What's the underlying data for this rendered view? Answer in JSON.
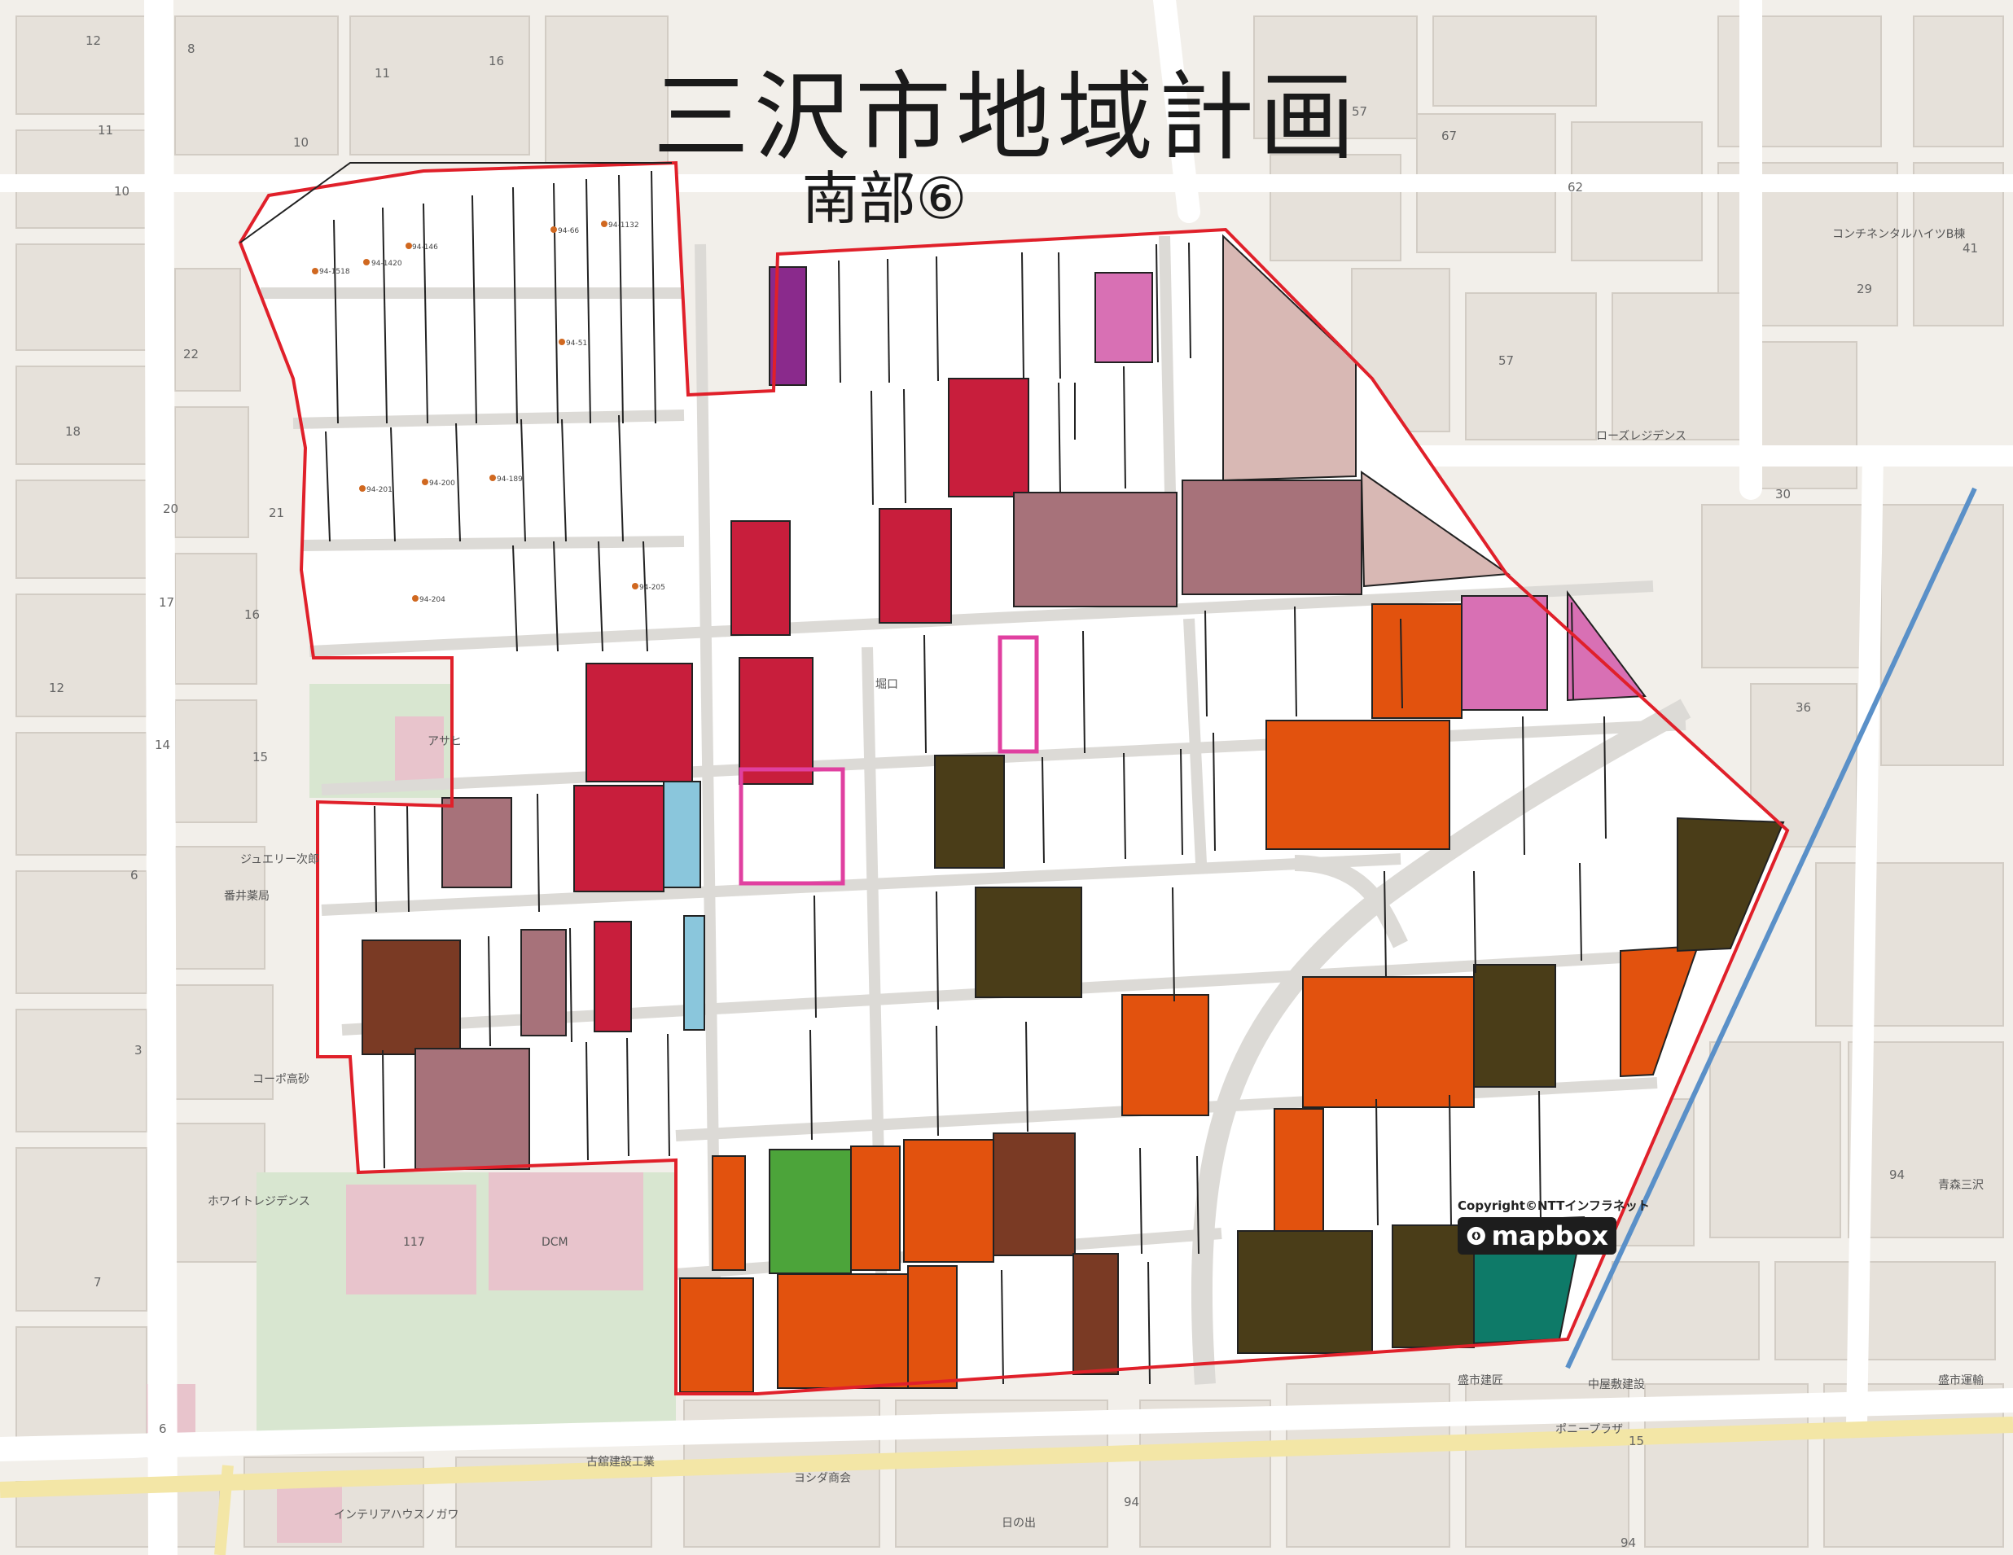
{
  "title": "三沢市地域計画",
  "subtitle": "南部⑥",
  "attribution": {
    "copyright": "Copyright©NTTインフラネット",
    "logo_text": "mapbox"
  },
  "icons": {
    "logo_icon": "mapbox-logo-icon"
  },
  "colors": {
    "background": "#f2efea",
    "block": "#e4dfd8",
    "road": "#ffffff",
    "main_road": "#f3e6a6",
    "boundary": "#e0202a",
    "parcel": "#ffffff",
    "crimson": "#c81e3c",
    "purple": "#8a2a8c",
    "pink": "#d870b4",
    "mauve": "#a7727a",
    "rose_beige": "#d8b8b4",
    "orange": "#e2520e",
    "dark_olive": "#4a3d18",
    "brown": "#7a3a24",
    "light_blue": "#8ac6dc",
    "green": "#4ca43a",
    "teal": "#0e7a68",
    "water_blue": "#5a90c8",
    "park_green": "#d8e6d0",
    "facility_pink": "#e8c4cc"
  },
  "facilities": [
    "アサヒ",
    "117",
    "DCM",
    "ジュエリー次郎",
    "番井薬局",
    "コーポ高砂",
    "ホワイトレジデンス",
    "ローズレジデンス",
    "コンチネンタルハイツB棟",
    "ヨシダ商会",
    "古舘建設工業",
    "盛市建匠",
    "中屋敷建設",
    "ポニープラザ",
    "インテリアハウスノガワ",
    "日の出",
    "堀口",
    "盛市運輸",
    "青森三沢"
  ],
  "parcel_ids": [
    "94-1518",
    "94-1420",
    "94-146",
    "94-66",
    "94-1132",
    "94-51",
    "94-201",
    "94-200",
    "94-189",
    "94-204",
    "94-205"
  ],
  "block_numbers": [
    "12",
    "8",
    "16",
    "11",
    "11",
    "10",
    "10",
    "22",
    "18",
    "20",
    "21",
    "17",
    "16",
    "12",
    "14",
    "15",
    "6",
    "3",
    "7",
    "6",
    "57",
    "67",
    "62",
    "57",
    "29",
    "41",
    "30",
    "36",
    "94",
    "94",
    "94",
    "15"
  ]
}
